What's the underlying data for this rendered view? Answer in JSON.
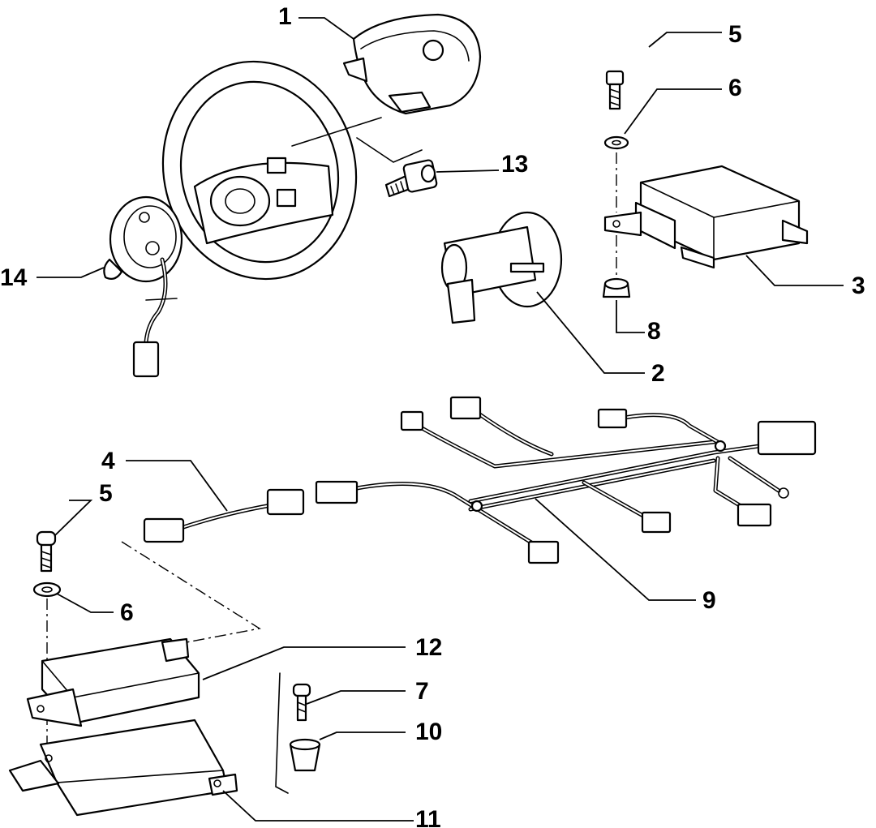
{
  "callouts": {
    "c1": "1",
    "c2": "2",
    "c3": "3",
    "c4": "4",
    "c5a": "5",
    "c5b": "5",
    "c6a": "6",
    "c6b": "6",
    "c7": "7",
    "c8": "8",
    "c9": "9",
    "c10": "10",
    "c11": "11",
    "c12": "12",
    "c13": "13",
    "c14": "14"
  },
  "colors": {
    "line": "#000000",
    "paper": "#ffffff"
  }
}
